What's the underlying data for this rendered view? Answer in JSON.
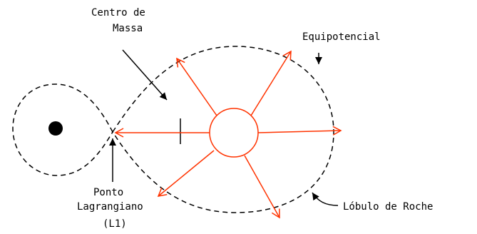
{
  "labels": {
    "centro_line1": "Centro de",
    "centro_line2": "Massa",
    "equipotencial": "Equipotencial",
    "ponto_line1": "Ponto",
    "ponto_line2": "Lagrangiano",
    "ponto_line3": "(L1)",
    "lobulo": "Lóbulo de Roche"
  },
  "colors": {
    "outline": "#000000",
    "flow": "#ff3300",
    "star": "#000000"
  }
}
